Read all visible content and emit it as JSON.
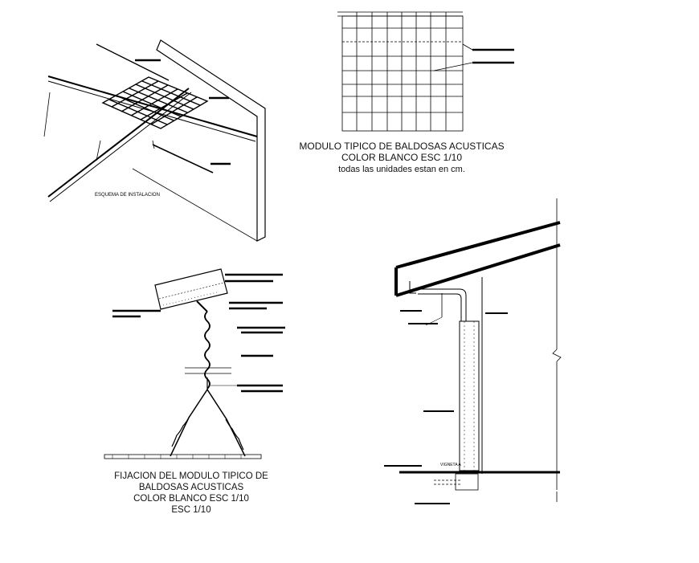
{
  "drawing": {
    "isometric": {
      "label": "ESQUEMA DE INSTALACION"
    },
    "plan": {
      "caption_line1": "MODULO TIPICO DE BALDOSAS ACUSTICAS",
      "caption_line2": "COLOR BLANCO ESC 1/10",
      "caption_line3": "todas las unidades estan en cm."
    },
    "fixing": {
      "caption_line1": "FIJACION DEL MODULO TIPICO DE",
      "caption_line2": "BALDOSAS ACUSTICAS",
      "caption_line3": "COLOR BLANCO ESC 1/10",
      "caption_line4": "ESC 1/10"
    },
    "section": {
      "label_a": "VIGNETA A"
    },
    "line_color": "#000000",
    "hatch_color": "#222222"
  }
}
